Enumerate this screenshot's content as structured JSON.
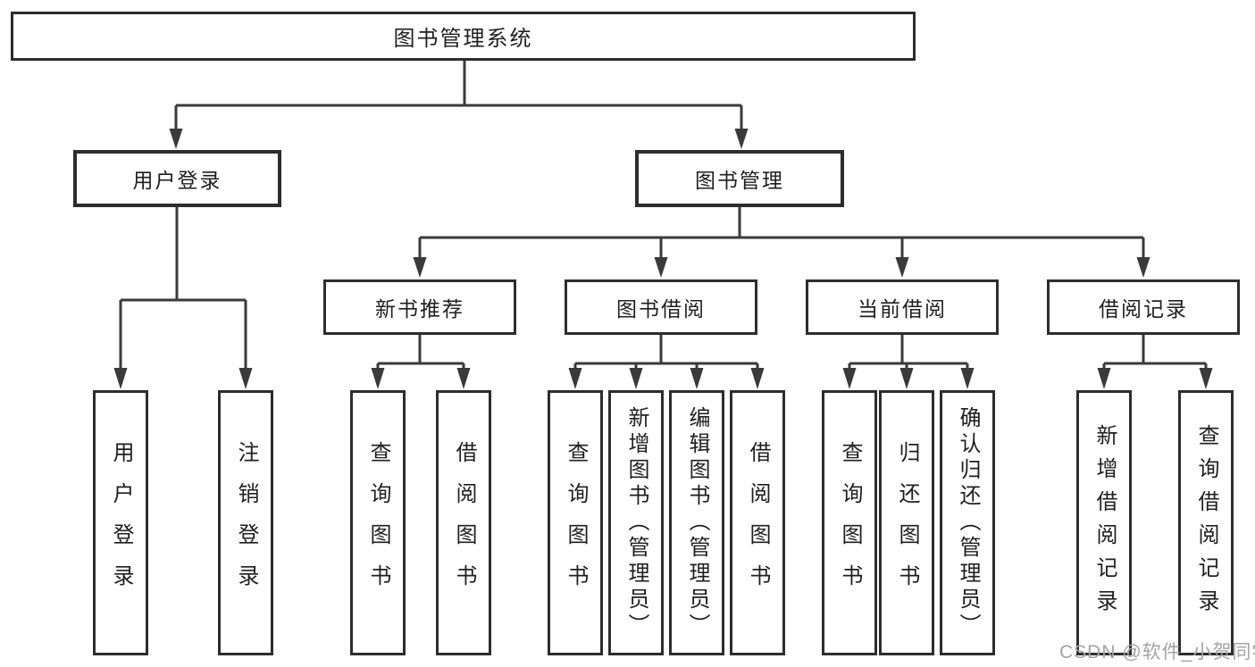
{
  "diagram": {
    "root": {
      "label": "图书管理系统"
    },
    "branches": [
      {
        "label": "用户登录",
        "children": [
          {
            "label": "用户登录"
          },
          {
            "label": "注销登录"
          }
        ]
      },
      {
        "label": "图书管理",
        "children": [
          {
            "label": "新书推荐",
            "children": [
              {
                "label": "查询图书"
              },
              {
                "label": "借阅图书"
              }
            ]
          },
          {
            "label": "图书借阅",
            "children": [
              {
                "label": "查询图书"
              },
              {
                "label": "新增图书（管理员）"
              },
              {
                "label": "编辑图书（管理员）"
              },
              {
                "label": "借阅图书"
              }
            ]
          },
          {
            "label": "当前借阅",
            "children": [
              {
                "label": "查询图书"
              },
              {
                "label": "归还图书"
              },
              {
                "label": "确认归还（管理员）"
              }
            ]
          },
          {
            "label": "借阅记录",
            "children": [
              {
                "label": "新增借阅记录"
              },
              {
                "label": "查询借阅记录"
              }
            ]
          }
        ]
      }
    ]
  },
  "watermark": {
    "text": "CSDN @软件_小贺同学"
  },
  "colors": {
    "line": "#3a3a3a",
    "box_border": "#2d2d2d",
    "text": "#1f1f1f",
    "watermark": "#a3a3a3",
    "background": "#ffffff"
  }
}
